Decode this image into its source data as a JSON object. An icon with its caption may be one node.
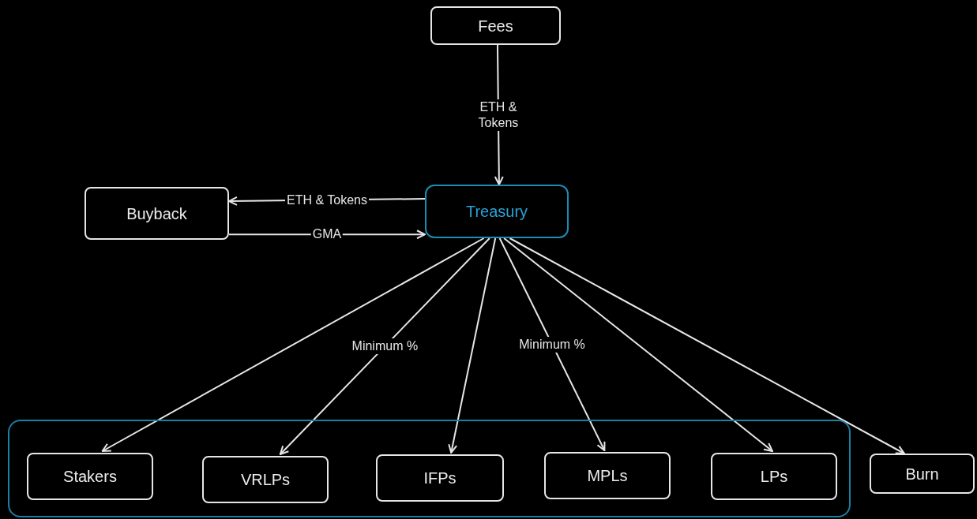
{
  "diagram": {
    "nodes": [
      {
        "text": [
          "Fees"
        ]
      },
      {
        "text": [
          "Treasury"
        ]
      },
      {
        "text": [
          "Buyback"
        ]
      },
      {
        "text": [],
        "shape": "box"
      },
      {
        "text": [
          "Stakers"
        ],
        "in": 3
      },
      {
        "text": [
          "VRLPs"
        ],
        "in": 3
      },
      {
        "text": [
          "IFPs"
        ],
        "in": 3
      },
      {
        "text": [
          "MPLs"
        ],
        "in": 3
      },
      {
        "text": [
          "LPs"
        ],
        "in": 3
      },
      {
        "text": [
          "Burn"
        ]
      }
    ],
    "edges": [
      {
        "from": 0,
        "to": 1,
        "arrow": "to",
        "label": "ETH & Tokens"
      },
      {
        "from": 1,
        "to": 2,
        "arrow": "to",
        "label": "ETH & Tokens"
      },
      {
        "from": 2,
        "to": 1,
        "arrow": "to",
        "label": "GMA"
      },
      {
        "from": 1,
        "to": 4,
        "arrow": "to"
      },
      {
        "from": 1,
        "to": 5,
        "arrow": "to",
        "label": "Minimum %"
      },
      {
        "from": 1,
        "to": 6,
        "arrow": "to"
      },
      {
        "from": 1,
        "to": 7,
        "arrow": "to",
        "label": "Minimum %"
      },
      {
        "from": 1,
        "to": 8,
        "arrow": "to"
      },
      {
        "from": 1,
        "to": 9,
        "arrow": "to"
      }
    ]
  }
}
